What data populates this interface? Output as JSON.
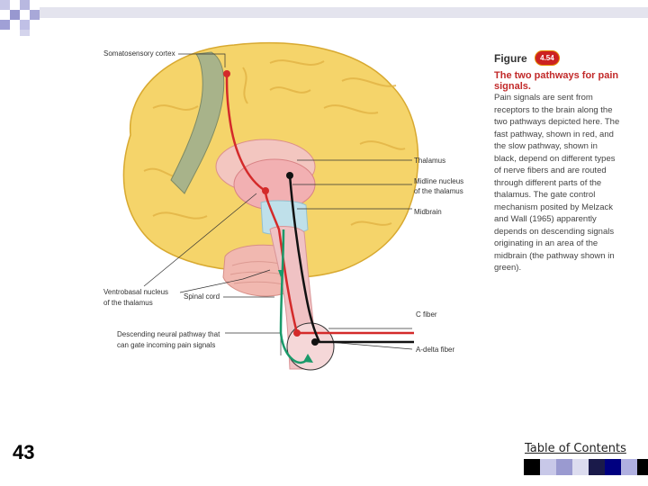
{
  "slide": {
    "number": "43",
    "toc_link": "Table of Contents"
  },
  "figure": {
    "label": "Figure",
    "number": "4.54",
    "title": "The two pathways for pain signals.",
    "body": "Pain signals are sent from receptors to the brain along the two pathways depicted here. The fast pathway, shown in red, and the slow pathway, shown in black, depend on different types of nerve fibers and are routed through different parts of the thalamus. The gate control mechanism posited by Melzack and Wall (1965) apparently depends on descending signals originating in an area of the midbrain (the pathway shown in green)."
  },
  "labels": {
    "somatosensory_cortex": "Somatosensory cortex",
    "thalamus": "Thalamus",
    "midline_nucleus_line1": "Midline nucleus",
    "midline_nucleus_line2": "of the thalamus",
    "midbrain": "Midbrain",
    "ventrobasal_line1": "Ventrobasal nucleus",
    "ventrobasal_line2": "of the thalamus",
    "spinal_cord": "Spinal cord",
    "descending_line1": "Descending neural pathway that",
    "descending_line2": "can gate incoming pain signals",
    "c_fiber": "C fiber",
    "a_delta_fiber": "A-delta fiber"
  },
  "colors": {
    "fast_pathway": "#d42a2a",
    "slow_pathway": "#111111",
    "descending_pathway": "#1a9a6a",
    "brain": "#f5d46a",
    "thalamus": "#f3b6b8",
    "caption_title": "#c22a2a"
  }
}
